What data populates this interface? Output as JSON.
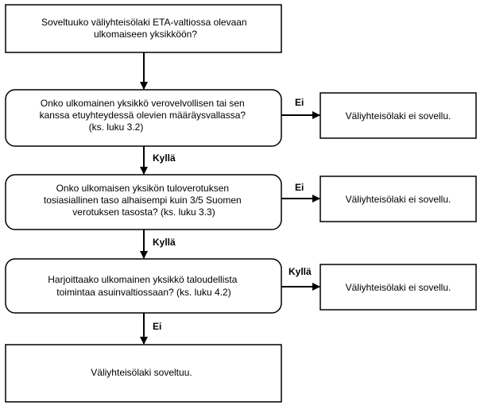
{
  "nodes": {
    "q1": {
      "lines": [
        "Soveltuuko väliyhteisölaki ETA-valtiossa olevaan",
        "ulkomaiseen yksikköön?"
      ]
    },
    "q2": {
      "lines": [
        "Onko ulkomainen yksikkö verovelvollisen tai sen",
        "kanssa etuyhteydessä olevien määräysvallassa?",
        "(ks. luku 3.2)"
      ]
    },
    "q3": {
      "lines": [
        "Onko ulkomaisen yksikön tuloverotuksen",
        "tosiasiallinen taso alhaisempi kuin 3/5 Suomen",
        "verotuksen tasosta? (ks. luku 3.3)"
      ]
    },
    "q4": {
      "lines": [
        "Harjoittaako ulkomainen yksikkö taloudellista",
        "toimintaa asuinvaltiossaan? (ks. luku 4.2)"
      ]
    },
    "r1": {
      "lines": [
        "Väliyhteisölaki ei sovellu."
      ]
    },
    "r2": {
      "lines": [
        "Väliyhteisölaki ei sovellu."
      ]
    },
    "r3": {
      "lines": [
        "Väliyhteisölaki ei sovellu."
      ]
    },
    "final": {
      "lines": [
        "Väliyhteisölaki soveltuu."
      ]
    }
  },
  "edges": {
    "q2_r1": "Ei",
    "q2_q3": "Kyllä",
    "q3_r2": "Ei",
    "q3_q4": "Kyllä",
    "q4_r3": "Kyllä",
    "q4_final": "Ei"
  }
}
